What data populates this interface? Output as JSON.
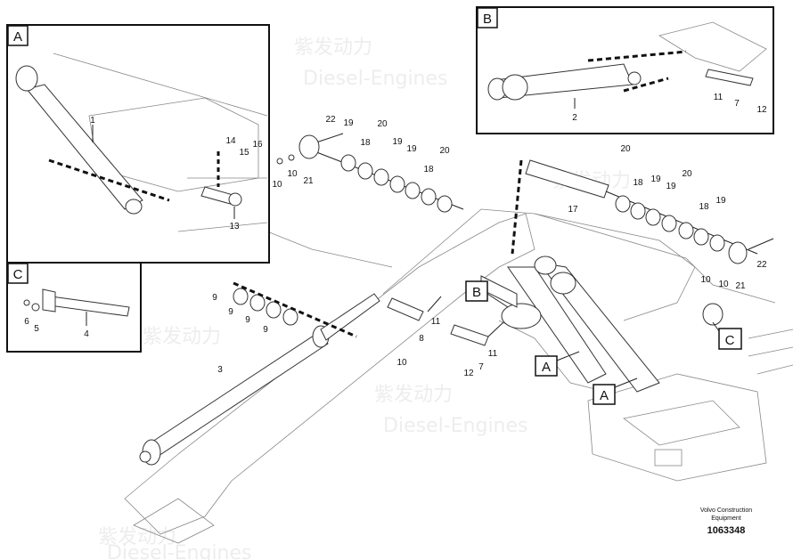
{
  "watermark": {
    "brand": "紫发动力",
    "sub": "Diesel-Engines"
  },
  "panels": {
    "a": "A",
    "b": "B",
    "c": "C"
  },
  "callout_refs": {
    "b": "B",
    "a1": "A",
    "a2": "A",
    "c": "C"
  },
  "panel_a_labels": [
    "1",
    "14",
    "15",
    "16",
    "13"
  ],
  "panel_b_labels": [
    "2",
    "11",
    "7",
    "12"
  ],
  "panel_c_labels": [
    "6",
    "5",
    "4"
  ],
  "upper_pin_labels": [
    "22",
    "19",
    "18",
    "20",
    "19",
    "19",
    "18",
    "20",
    "10",
    "10",
    "21"
  ],
  "right_pin_labels": [
    "20",
    "18",
    "19",
    "19",
    "20",
    "18",
    "19",
    "17",
    "22",
    "10",
    "10",
    "21"
  ],
  "boom_labels": [
    "9",
    "9",
    "9",
    "9",
    "3",
    "11",
    "8",
    "10",
    "12",
    "7",
    "11"
  ],
  "footer": {
    "line1": "Volvo Construction",
    "line2": "Equipment",
    "number": "1063348"
  }
}
